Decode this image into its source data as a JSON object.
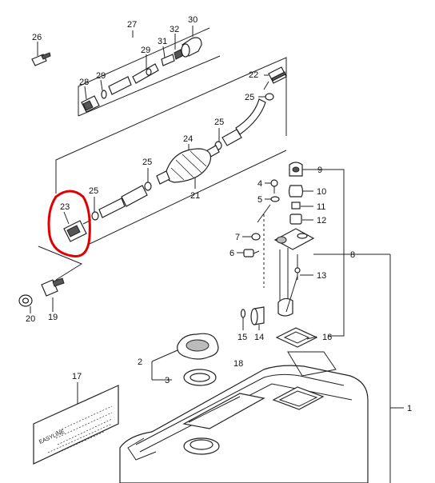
{
  "labels": {
    "p1": "1",
    "p2": "2",
    "p3": "3",
    "p4": "4",
    "p5": "5",
    "p6": "6",
    "p7": "7",
    "p8": "8",
    "p9": "9",
    "p10": "10",
    "p11": "11",
    "p12": "12",
    "p13": "13",
    "p14": "14",
    "p15": "15",
    "p16": "16",
    "p17": "17",
    "p18": "18",
    "p19": "19",
    "p20": "20",
    "p21": "21",
    "p22": "22",
    "p23": "23",
    "p24": "24",
    "p25": "25",
    "p26": "26",
    "p27": "27",
    "p28": "28",
    "p29": "29",
    "p30": "30",
    "p31": "31",
    "p32": "32"
  },
  "decal_text": "EASYLINE",
  "highlight_color": "#e10000"
}
